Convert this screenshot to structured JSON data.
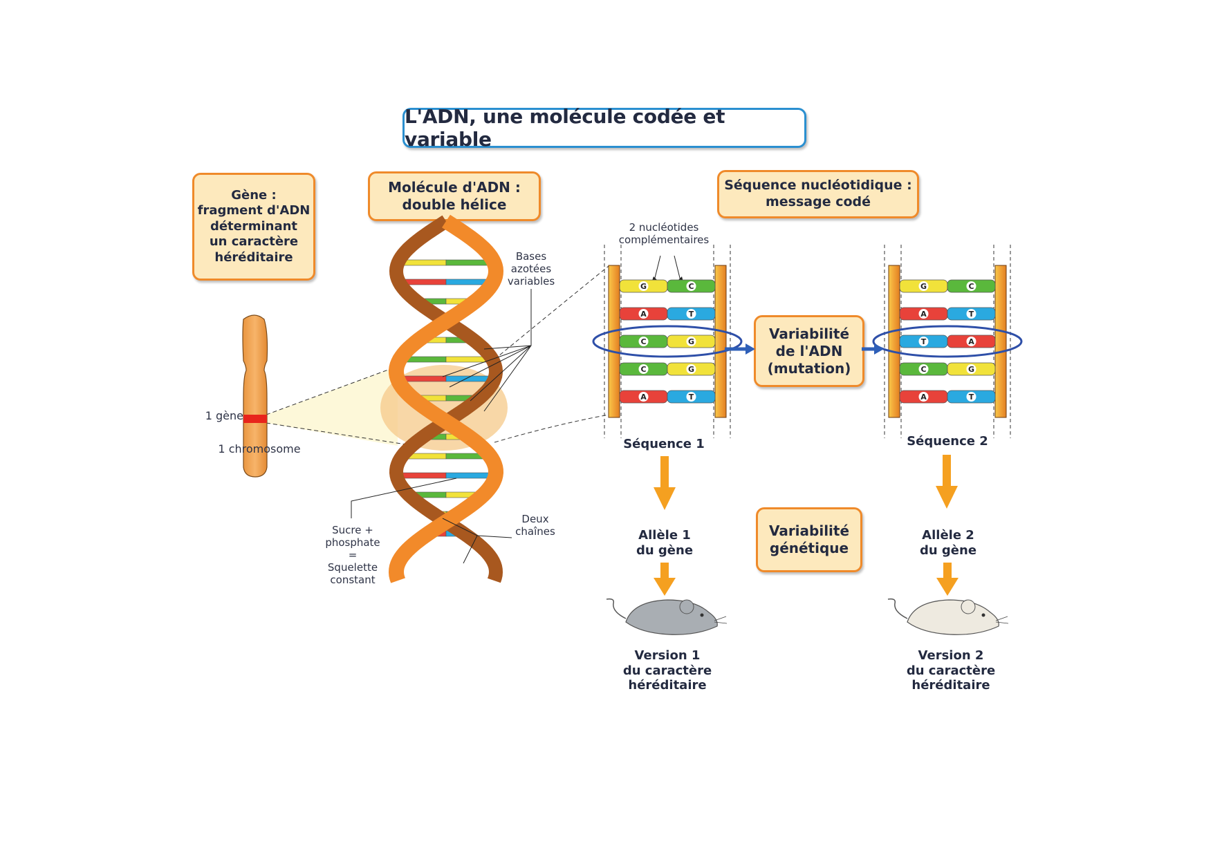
{
  "title": "L'ADN, une molécule codée et variable",
  "boxes": {
    "gene": [
      "Gène :",
      "fragment d'ADN",
      "déterminant",
      "un caractère",
      "héréditaire"
    ],
    "molecule": [
      "Molécule d'ADN :",
      "double hélice"
    ],
    "sequence": [
      "Séquence nucléotidique :",
      "message codé"
    ],
    "mutation": [
      "Variabilité",
      "de l'ADN",
      "(mutation)"
    ],
    "genetic": [
      "Variabilité",
      "génétique"
    ]
  },
  "labels": {
    "one_gene": "1 gène",
    "one_chromosome": "1 chromosome",
    "bases": [
      "Bases",
      "azotées",
      "variables"
    ],
    "backbone": [
      "Sucre +",
      "phosphate",
      "=",
      "Squelette",
      "constant"
    ],
    "two_chains": [
      "Deux",
      "chaînes"
    ],
    "complementary": [
      "2 nucléotides",
      "complémentaires"
    ],
    "sequence1": "Séquence 1",
    "sequence2": "Séquence 2",
    "allele1": [
      "Allèle 1",
      "du gène"
    ],
    "allele2": [
      "Allèle 2",
      "du gène"
    ],
    "version1": [
      "Version 1",
      "du caractère",
      "héréditaire"
    ],
    "version2": [
      "Version 2",
      "du caractère",
      "héréditaire"
    ]
  },
  "sequence1_pairs": [
    [
      "G",
      "C"
    ],
    [
      "A",
      "T"
    ],
    [
      "C",
      "G"
    ],
    [
      "C",
      "G"
    ],
    [
      "A",
      "T"
    ]
  ],
  "sequence2_pairs": [
    [
      "G",
      "C"
    ],
    [
      "A",
      "T"
    ],
    [
      "T",
      "A"
    ],
    [
      "C",
      "G"
    ],
    [
      "A",
      "T"
    ]
  ],
  "mutated_pair_index": 2,
  "base_colors": {
    "A": "#e8423a",
    "T": "#2aa9e0",
    "G": "#f1e23a",
    "C": "#5ab83c"
  },
  "colors": {
    "accent_orange": "#ef8a2a",
    "box_fill": "#fde9bd",
    "title_border": "#2a8fd0",
    "arrow_blue": "#2e5fb8",
    "mouse1": "#a9aeb3",
    "mouse2": "#eeeae0"
  }
}
